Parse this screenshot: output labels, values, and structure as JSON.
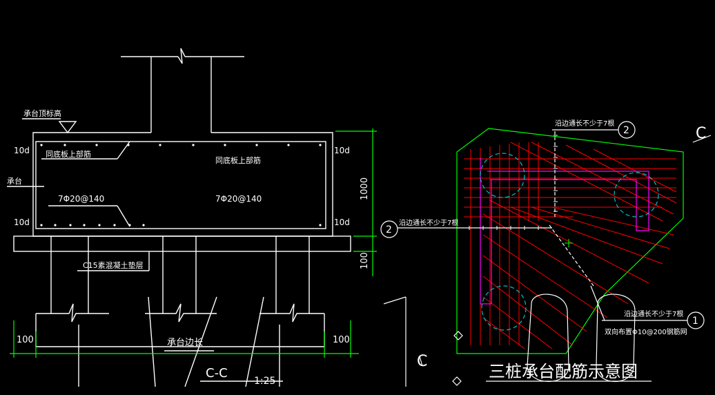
{
  "colors": {
    "background": "#000000",
    "line": "#ffffff",
    "dimension": "#00ff00",
    "rebar": "#ff0000",
    "outline_magenta": "#ff00ff",
    "pile_circle": "#00c0c0",
    "slab": "#00ff00"
  },
  "section": {
    "cap_top_label": "承台顶标高",
    "cap_label": "承台",
    "top_rebar_label": "同底板上部筋",
    "top_rebar_label_right": "同底板上部筋",
    "bottom_rebar_left": "7Φ20@140",
    "bottom_rebar_right": "7Φ20@140",
    "anchor_tl": "10d",
    "anchor_tr": "10d",
    "anchor_bl": "10d",
    "anchor_br": "10d",
    "depth_dim": "1000",
    "cushion_dim": "100",
    "cushion_label": "C15素混凝土垫层",
    "edge_left": "100",
    "edge_right": "100",
    "edge_length": "承台边长",
    "title": "C-C",
    "scale": "1:25"
  },
  "plan": {
    "note_top": "沿边通长不少于7根",
    "note_left": "沿边通长不少于7根",
    "note_right": "沿边通长不少于7根",
    "mesh_note": "双向布置Φ10@200钢筋网",
    "marker_top": "2",
    "marker_left": "2",
    "marker_right": "1",
    "section_mark_top": "C",
    "section_mark_bottom": "C",
    "title": "三桩承台配筋示意图"
  }
}
